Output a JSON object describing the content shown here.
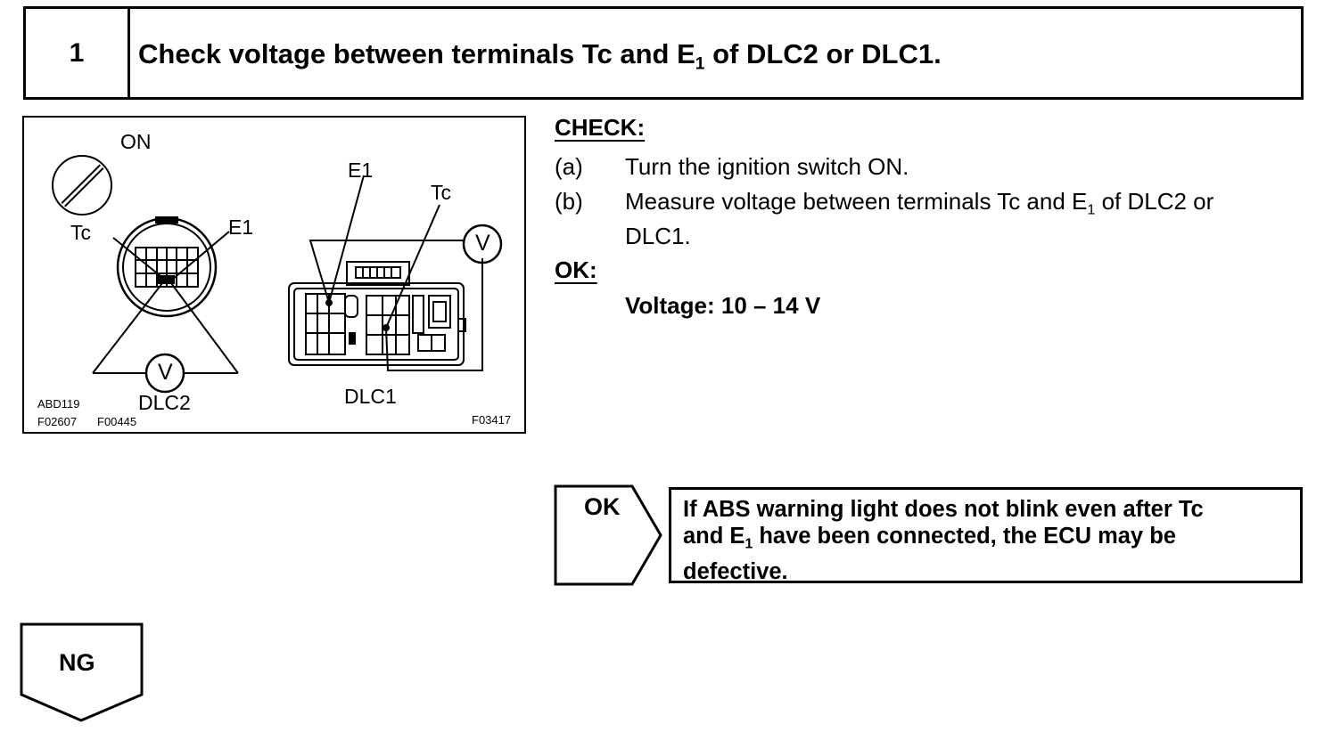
{
  "step": {
    "number": "1",
    "title_pre": "Check voltage between terminals Tc and E",
    "title_sub": "1",
    "title_post": " of DLC2 or DLC1."
  },
  "figure": {
    "switch_label": "ON",
    "dlc2_tc_label": "Tc",
    "dlc2_e1_label": "E1",
    "dlc2_meter_symbol": "V",
    "dlc2_label": "DLC2",
    "dlc1_e1_label": "E1",
    "dlc1_tc_label": "Tc",
    "dlc1_meter_symbol": "V",
    "dlc1_label": "DLC1",
    "code_1": "ABD119",
    "code_2": "F02607",
    "code_3": "F00445",
    "code_4": "F03417"
  },
  "check": {
    "heading": "CHECK:",
    "a_marker": "(a)",
    "a_text": "Turn the ignition switch ON.",
    "b_marker": "(b)",
    "b_text_pre": "Measure voltage between terminals Tc and E",
    "b_text_sub": "1",
    "b_text_post": " of DLC2 or",
    "b_text_line2": "DLC1."
  },
  "ok_spec": {
    "heading": "OK:",
    "value": "Voltage: 10 – 14 V"
  },
  "ok_result": {
    "label": "OK",
    "text_line1": "If ABS warning light does not blink even after Tc",
    "text_line2_pre": "and E",
    "text_line2_sub": "1",
    "text_line2_post": " have been connected, the ECU may be",
    "text_line3": "defective."
  },
  "ng": {
    "label": "NG"
  }
}
